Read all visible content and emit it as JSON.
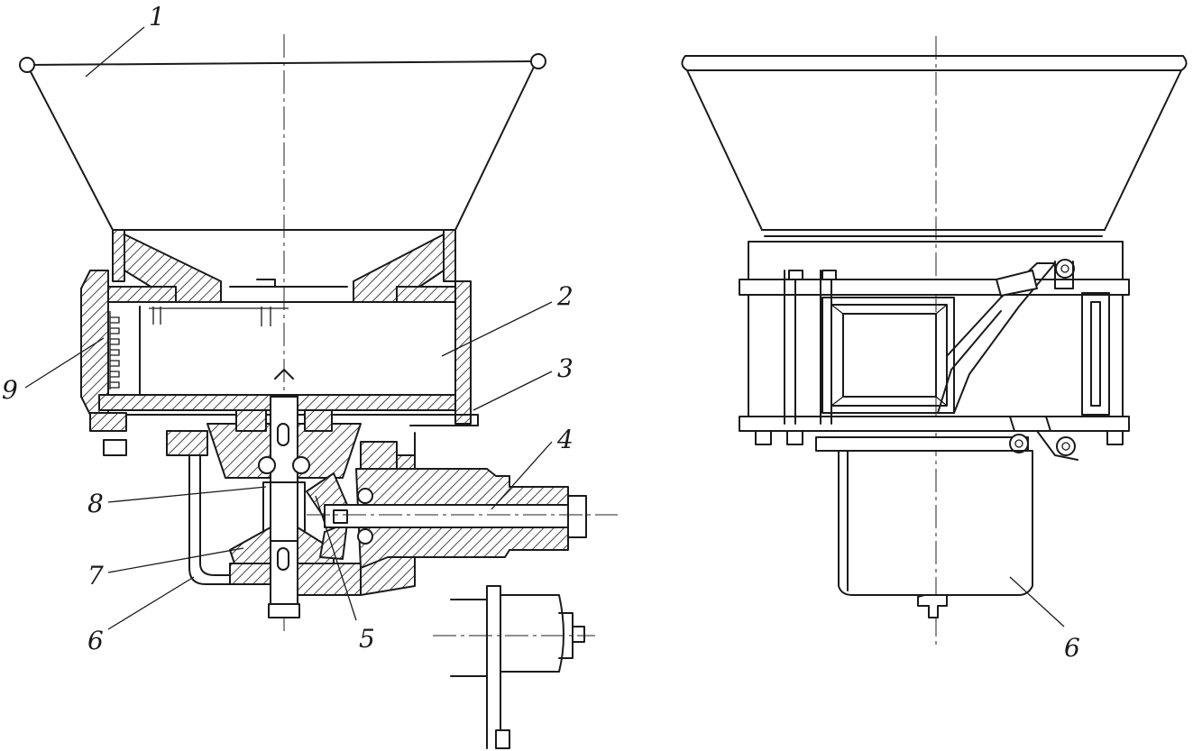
{
  "figure": {
    "left_view_labels": [
      "1",
      "2",
      "3",
      "4",
      "5",
      "6",
      "7",
      "8",
      "9"
    ],
    "right_view_labels": [
      "6"
    ]
  }
}
